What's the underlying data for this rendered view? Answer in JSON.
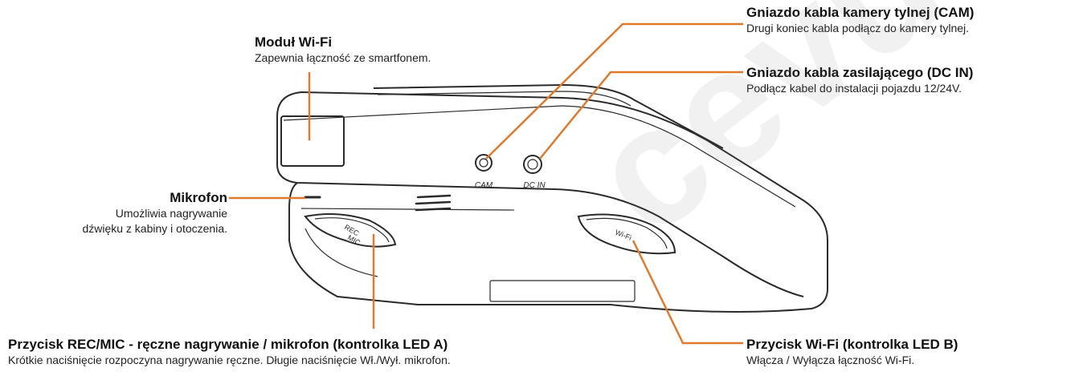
{
  "colors": {
    "leader": "#e07a2a",
    "outline": "#2a2a2a"
  },
  "callouts": {
    "wifi_module": {
      "title": "Moduł Wi-Fi",
      "desc": "Zapewnia łączność ze smartfonem."
    },
    "cam_socket": {
      "title": "Gniazdo kabla kamery tylnej (CAM)",
      "desc": "Drugi koniec kabla podłącz do kamery tylnej."
    },
    "dc_socket": {
      "title": "Gniazdo kabla zasilającego (DC IN)",
      "desc": "Podłącz kabel do instalacji pojazdu 12/24V."
    },
    "microphone": {
      "title": "Mikrofon",
      "desc_line1": "Umożliwia nagrywanie",
      "desc_line2": "dźwięku z kabiny i otoczenia."
    },
    "rec_button": {
      "title": "Przycisk REC/MIC - ręczne nagrywanie / mikrofon (kontrolka LED A)",
      "desc": "Krótkie naciśnięcie rozpoczyna nagrywanie ręczne. Długie naciśnięcie Wł./Wył. mikrofon."
    },
    "wifi_button": {
      "title": "Przycisk Wi-Fi (kontrolka LED B)",
      "desc": "Włącza / Wyłącza łączność Wi-Fi."
    }
  },
  "device_labels": {
    "cam": "CAM",
    "dc_in": "DC IN",
    "rec": "REC",
    "mic": "MIC",
    "wifi": "Wi-Fi"
  },
  "watermark": "cevu.pl"
}
